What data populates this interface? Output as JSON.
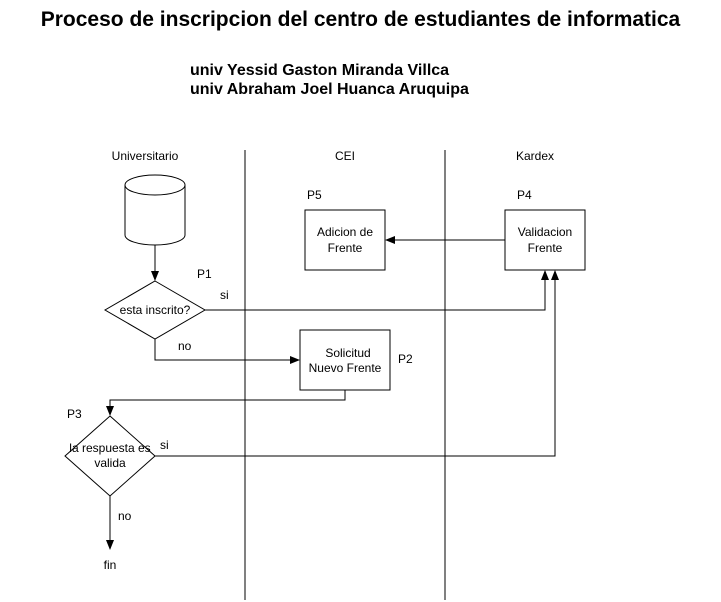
{
  "title": "Proceso de inscripcion del centro de estudiantes de informatica",
  "authors": [
    "univ Yessid Gaston Miranda Villca",
    "univ Abraham Joel Huanca Aruquipa"
  ],
  "lanes": {
    "universitario": "Universitario",
    "cei": "CEI",
    "kardex": "Kardex"
  },
  "nodes": {
    "p1": {
      "id": "P1",
      "label": "esta inscrito?"
    },
    "p2": {
      "id": "P2",
      "label_line1": "Solicitud",
      "label_line2": "Nuevo Frente"
    },
    "p3": {
      "id": "P3",
      "label_line1": "la  respuesta es",
      "label_line2": "valida"
    },
    "p4": {
      "id": "P4",
      "label_line1": "Validacion",
      "label_line2": "Frente"
    },
    "p5": {
      "id": "P5",
      "label_line1": "Adicion de",
      "label_line2": "Frente"
    },
    "fin": "fin"
  },
  "edges": {
    "p1_si": "si",
    "p1_no": "no",
    "p3_si": "si",
    "p3_no": "no"
  }
}
